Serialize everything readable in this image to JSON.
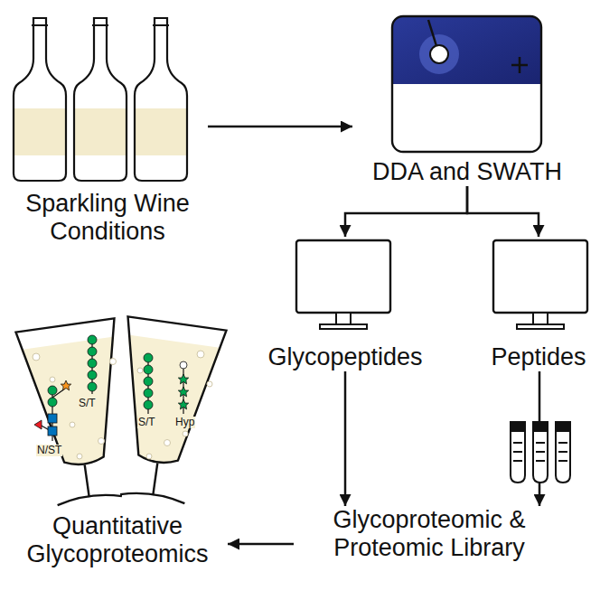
{
  "diagram": {
    "nodes": [
      {
        "text": [
          "Sparkling Wine Conditions"
        ]
      },
      {
        "text": [
          "DDA and SWATH"
        ]
      },
      {
        "text": [
          "Glycopeptides"
        ]
      },
      {
        "text": [
          "Peptides"
        ]
      },
      {
        "text": [
          "Glycoproteomic & Proteomic Library"
        ]
      },
      {
        "text": [
          "Quantitative Glycoproteomics"
        ]
      }
    ],
    "edges": [
      {
        "from": 0,
        "to": 1,
        "arrow": "to"
      },
      {
        "from": 1,
        "to": 2,
        "arrow": "to"
      },
      {
        "from": 1,
        "to": 3,
        "arrow": "to"
      },
      {
        "from": 2,
        "to": 4,
        "arrow": "to"
      },
      {
        "from": 3,
        "to": 4,
        "arrow": "to"
      },
      {
        "from": 4,
        "to": 5,
        "arrow": "to"
      }
    ],
    "labels": [
      "S/T",
      "N/ST",
      "S/T",
      "Hyp"
    ]
  }
}
